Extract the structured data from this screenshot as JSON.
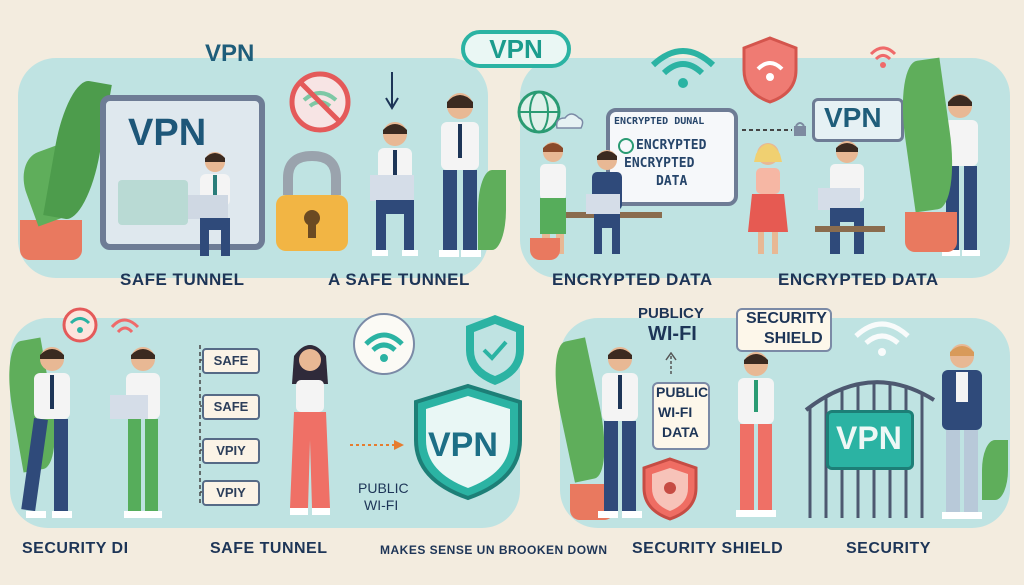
{
  "header": {
    "badge": "VPN"
  },
  "top_left": {
    "floating_label": "VPN",
    "monitor_label": "VPN",
    "caption_1": "SAFE TUNNEL",
    "caption_2": "A SAFE TUNNEL"
  },
  "top_right": {
    "screen_title": "ENCRYPTED DUNAL",
    "screen_line_1": "ENCRYPTED",
    "screen_line_2": "ENCRYPTED",
    "screen_line_3": "DATA",
    "vpn_sign": "VPN",
    "caption_1": "ENCRYPTED DATA",
    "caption_2": "ENCRYPTED DATA"
  },
  "bottom_left": {
    "tags": [
      "SAFE",
      "SAFE",
      "VPIY",
      "VPIY"
    ],
    "shield_label": "VPN",
    "public_wifi": [
      "PUBLIC",
      "WI-FI"
    ],
    "caption_1": "SECURITY DI",
    "caption_2": "SAFE TUNNEL",
    "caption_3": "MAKES SENSE UN BROOKEN DOWN"
  },
  "bottom_right": {
    "public_wifi_sign": [
      "PUBLICY",
      "WI-FI"
    ],
    "security_shield_sign": [
      "SECURITY",
      "SHIELD"
    ],
    "public_wifi_data": [
      "PUBLIC",
      "WI-FI",
      "DATA"
    ],
    "gate_label": "VPN",
    "caption_1": "SECURITY SHIELD",
    "caption_2": "SECURITY"
  },
  "colors": {
    "teal": "#2bb3a3",
    "navy": "#1d3557",
    "panel": "#bfe3e2",
    "coral": "#e9795f"
  }
}
